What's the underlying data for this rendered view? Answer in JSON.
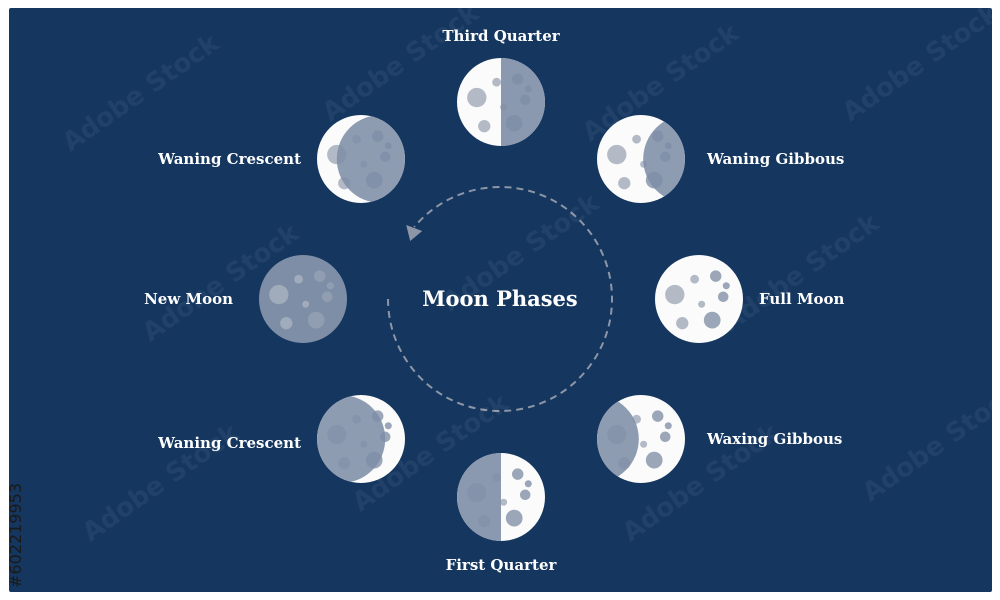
{
  "colors": {
    "background": "#14365f",
    "moon_light": "#fbfbfb",
    "moon_shadow": "#7e8ea7",
    "crater_light": "#b3bac6",
    "crater_dark": "#9ba6b8",
    "cycle_arrow": "#8d96a6",
    "text": "#ffffff"
  },
  "diagram": {
    "title": "Moon Phases",
    "phases": [
      {
        "key": "third-quarter",
        "label": "Third Quarter",
        "illumination": 0.5,
        "lit_side": "left"
      },
      {
        "key": "waning-gibbous",
        "label": "Waning Gibbous",
        "illumination": 0.75,
        "lit_side": "left"
      },
      {
        "key": "full-moon",
        "label": "Full Moon",
        "illumination": 1.0,
        "lit_side": "both"
      },
      {
        "key": "waxing-gibbous",
        "label": "Waxing Gibbous",
        "illumination": 0.75,
        "lit_side": "right"
      },
      {
        "key": "first-quarter",
        "label": "First Quarter",
        "illumination": 0.5,
        "lit_side": "right"
      },
      {
        "key": "waxing-crescent",
        "label": "Waning Crescent",
        "illumination": 0.25,
        "lit_side": "right"
      },
      {
        "key": "new-moon",
        "label": "New Moon",
        "illumination": 0.0,
        "lit_side": "none"
      },
      {
        "key": "waning-crescent",
        "label": "Waning Crescent",
        "illumination": 0.25,
        "lit_side": "left"
      }
    ],
    "cycle_direction": "counterclockwise"
  },
  "watermark": {
    "stock_id": "#602219953",
    "text": "Adobe Stock"
  }
}
